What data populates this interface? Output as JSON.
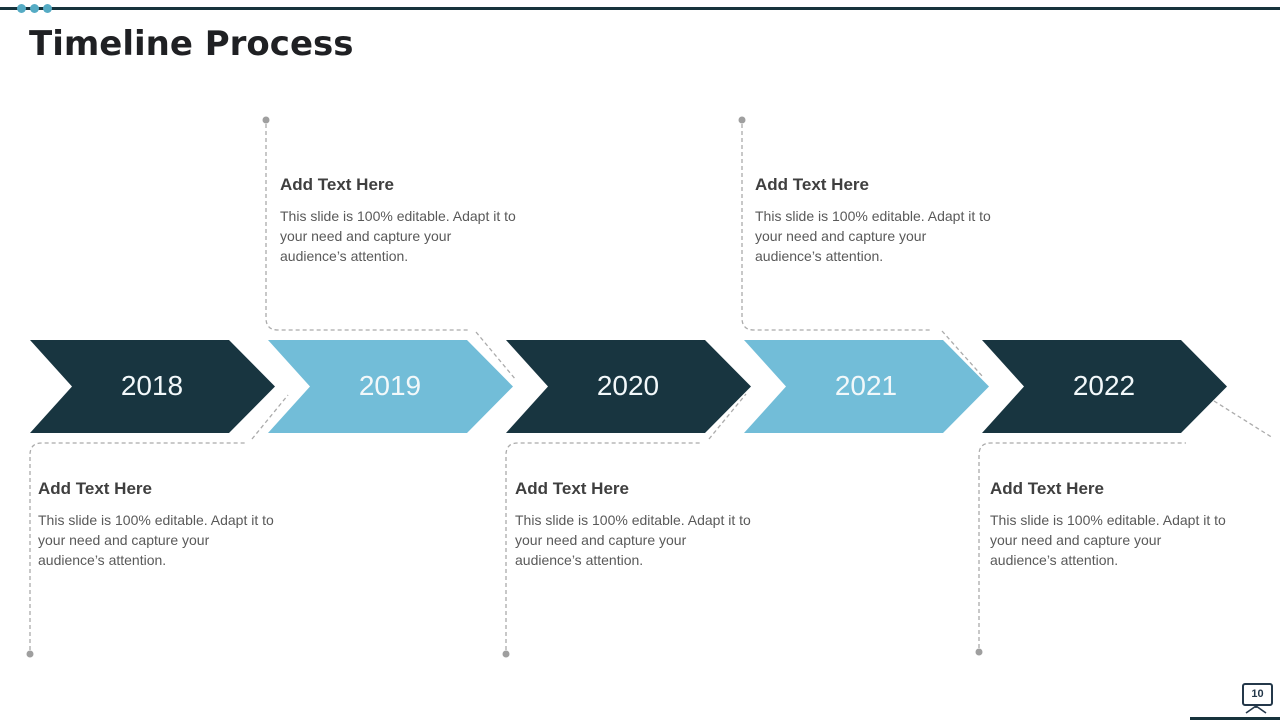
{
  "slide": {
    "title": "Timeline Process",
    "page_number": "10"
  },
  "decoration": {
    "line_color": "#17333c",
    "dot_color": "#55abc4"
  },
  "timeline": {
    "arrows": [
      {
        "year": "2018",
        "color": "#183540"
      },
      {
        "year": "2019",
        "color": "#72bdd8"
      },
      {
        "year": "2020",
        "color": "#183540"
      },
      {
        "year": "2021",
        "color": "#72bdd8"
      },
      {
        "year": "2022",
        "color": "#183540"
      }
    ]
  },
  "callouts": {
    "top": [
      {
        "heading": "Add Text Here",
        "body_lines": [
          "This slide is 100% editable. Adapt it to",
          "your need and capture your",
          "audience’s attention."
        ]
      },
      {
        "heading": "Add Text Here",
        "body_lines": [
          "This slide is 100% editable. Adapt it to",
          "your need and capture your",
          "audience’s attention."
        ]
      }
    ],
    "bottom": [
      {
        "heading": "Add Text Here",
        "body_lines": [
          "This slide is 100% editable. Adapt it to",
          "your need and capture your",
          "audience’s attention."
        ]
      },
      {
        "heading": "Add Text Here",
        "body_lines": [
          "This slide is 100% editable. Adapt it to",
          "your need and capture your",
          "audience’s attention."
        ]
      },
      {
        "heading": "Add Text Here",
        "body_lines": [
          "This slide is 100% editable. Adapt it to",
          "your need and capture your",
          "audience’s attention."
        ]
      }
    ]
  }
}
